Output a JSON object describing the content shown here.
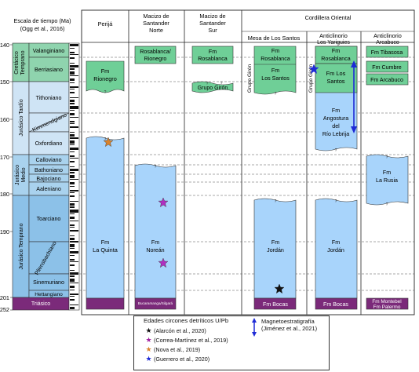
{
  "header": {
    "time_scale_title_l1": "Escala de tiempo (Ma)",
    "time_scale_title_l2": "(Ogg et al., 2016)",
    "perija": "Perijá",
    "santander_norte_l1": "Macizo de",
    "santander_norte_l2": "Santander",
    "santander_norte_l3": "Norte",
    "santander_sur_l1": "Macizo de",
    "santander_sur_l2": "Santander",
    "santander_sur_l3": "Sur",
    "cordillera": "Cordillera Oriental",
    "mesa": "Mesa de Los Santos",
    "yariguies_l1": "Anticlinorio",
    "yariguies_l2": "Los Yariguies",
    "arcabuco_l1": "Anticlinorio",
    "arcabuco_l2": "Arcabuco"
  },
  "ages": [
    "140",
    "150",
    "160",
    "170",
    "180",
    "190",
    "201",
    "252"
  ],
  "periods": {
    "cretacico_l1": "Cretácico",
    "cretacico_l2": "Temprano",
    "jur_tardio": "Jurásico Tardío",
    "jur_medio_l1": "Jurásico",
    "jur_medio_l2": "Medio",
    "jur_temprano": "Jurásico Temprano",
    "triasico": "Triásico"
  },
  "stages": {
    "valanginiano": "Valanginiano",
    "berriasiano": "Berriasiano",
    "tithoniano": "Tithoniano",
    "kimmendgiano": "Kimmendgiano",
    "oxfordiano": "Oxfordiano",
    "calloviano": "Calloviano",
    "bathoniano": "Bathoniano",
    "bajociano": "Bajociano",
    "aaleniano": "Aaleniano",
    "toarciano": "Toarciano",
    "pliensbachiano": "Pliensbachiano",
    "sinemuriano": "Sinemuriano",
    "hettangiano": "Hettangiano"
  },
  "units": {
    "perija_rionegro_l1": "Fm",
    "perija_rionegro_l2": "Rionegro",
    "perija_laquinta_l1": "Fm",
    "perija_laquinta_l2": "La Quinta",
    "sn_rosablanca_l1": "Rosablanca/",
    "sn_rosablanca_l2": "Rionegro",
    "sn_norean_l1": "Fm",
    "sn_norean_l2": "Noreán",
    "sn_base": "Bucaramanga/Silgará",
    "ss_rosablanca_l1": "Fm",
    "ss_rosablanca_l2": "Rosablanca",
    "ss_giron": "Grupo Girón",
    "mesa_giron_vertical": "Grupo Girón",
    "mesa_rosablanca_l1": "Fm",
    "mesa_rosablanca_l2": "Rosablanca",
    "mesa_lossantos_l1": "Fm",
    "mesa_lossantos_l2": "Los Santos",
    "mesa_jordan_l1": "Fm",
    "mesa_jordan_l2": "Jordán",
    "mesa_bocas": "Fm Bocas",
    "yar_giron_vertical": "Grupo Girón",
    "yar_rosablanca_l1": "Fm",
    "yar_rosablanca_l2": "Rosablanca",
    "yar_lossantos_l1": "Fm Los",
    "yar_lossantos_l2": "Santos",
    "yar_angostura_l1": "Fm",
    "yar_angostura_l2": "Angostura",
    "yar_angostura_l3": "del",
    "yar_angostura_l4": "Río Lebrija",
    "yar_jordan_l1": "Fm",
    "yar_jordan_l2": "Jordán",
    "yar_bocas": "Fm Bocas",
    "arc_tibasosa": "Fm Tibasosa",
    "arc_cumbre": "Fm Cumbre",
    "arc_arcabuco": "Fm Arcabuco",
    "arc_larusia_l1": "Fm",
    "arc_larusia_l2": "La Rusia",
    "arc_montebel": "Fm Montebel",
    "arc_palermo": "Fm Palermo",
    "question": "?"
  },
  "legend": {
    "title": "Edades circones detríticos U/Pb",
    "items": [
      {
        "label": "(Alarcón et al., 2020)",
        "color": "#111111"
      },
      {
        "label": "(Correa-Martínez et al., 2019)",
        "color": "#a020a0"
      },
      {
        "label": "(Nova et al., 2019)",
        "color": "#d9822b"
      },
      {
        "label": "(Guerrero et al., 2020)",
        "color": "#1e2ad6"
      }
    ],
    "mag_l1": "Magnetoestratigrafía",
    "mag_l2": "(Jiménez et al., 2021)"
  },
  "colors": {
    "cretaceous": "#8fd4ae",
    "cretaceous_unit": "#6fcf97",
    "jurassic_late": "#cfe4f5",
    "jurassic_mid": "#a9d2ee",
    "jurassic_early": "#8cc1e8",
    "jurassic_unit": "#a8d4fb",
    "triassic": "#7b2a7a",
    "star_black": "#111111",
    "star_purple": "#b02fc0",
    "star_orange": "#d9822b",
    "star_blue": "#1e2ad6"
  }
}
